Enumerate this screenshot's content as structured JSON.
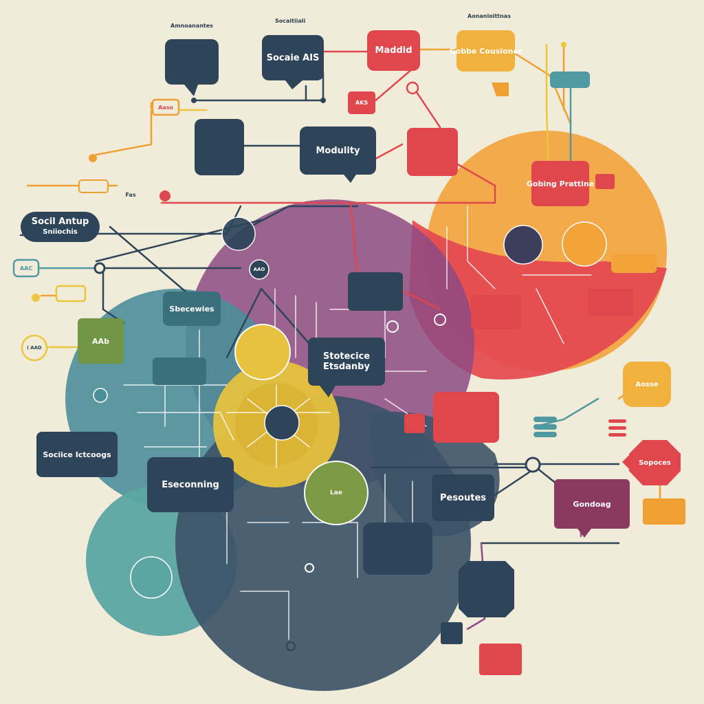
{
  "palette": {
    "background": "#f1ecd9",
    "navy": "#2d4459",
    "red": "#e0474c",
    "orange": "#f0a032",
    "yellow": "#ecc63a",
    "teal": "#4f9aa0",
    "green": "#7c9a45",
    "purple": "#8a3a5e",
    "violet": "#8d4a86"
  },
  "labels": {
    "top_center": "Socaitiiali",
    "top_left": "Amnoanantes",
    "top_right": "Aonanloittnas",
    "box_social_ai": "Socaie AIS",
    "box_maddid": "Maddid",
    "box_gobbe": "Gobbe Cousioner",
    "box_modulity": "Modulity",
    "box_gsm": "Gobing Prattine",
    "box_social_antup": "Socil Antup",
    "box_social_antup_sub": "Sniiochis",
    "box_aac": "AAC",
    "box_strategies": "Sbecewies",
    "box_ab": "AAb",
    "box_statistics": "Stotecice Etsdanby",
    "box_science": "Sociice Ictcoogs",
    "box_economy": "Eseconning",
    "box_lae": "Lae",
    "box_resources": "Pesoutes",
    "box_gondog": "Gondoag",
    "box_ranse": "Aosse",
    "box_spoces": "Sopoces",
    "box_aks": "AKS",
    "box_aao": "AAO",
    "box_fas": "Fas",
    "box_ass": "Aaso",
    "tag_lao": "i AAD"
  }
}
